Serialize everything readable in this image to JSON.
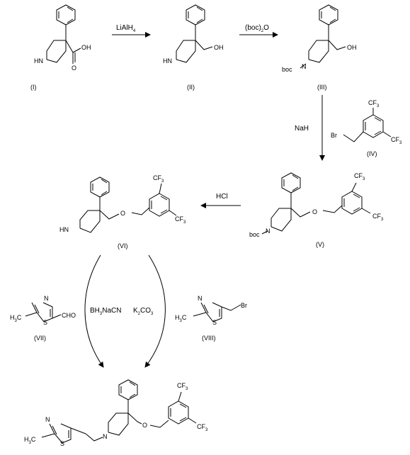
{
  "compounds": {
    "I": "(I)",
    "II": "(II)",
    "III": "(III)",
    "IV": "(IV)",
    "V": "(V)",
    "VI": "(VI)",
    "VII": "(VII)",
    "VIII": "(VIII)"
  },
  "reagents": {
    "lialh4": "LiAlH",
    "lialh4_sub": "4",
    "boc2o_a": "(boc)",
    "boc2o_sub": "2",
    "boc2o_b": "O",
    "nah": "NaH",
    "hcl": "HCl",
    "bh3": "BH",
    "bh3_sub": "3",
    "bh3_b": "NaCN",
    "k2co3_a": "K",
    "k2co3_sub1": "2",
    "k2co3_b": "CO",
    "k2co3_sub2": "3"
  },
  "atoms": {
    "hn": "HN",
    "n": "N",
    "oh": "OH",
    "o": "O",
    "boc": "boc",
    "cf": "CF",
    "cf_sub": "3",
    "br": "Br",
    "cho": "CHO",
    "s": "S",
    "h3c_a": "H",
    "h3c_sub": "3",
    "h3c_b": "C"
  }
}
